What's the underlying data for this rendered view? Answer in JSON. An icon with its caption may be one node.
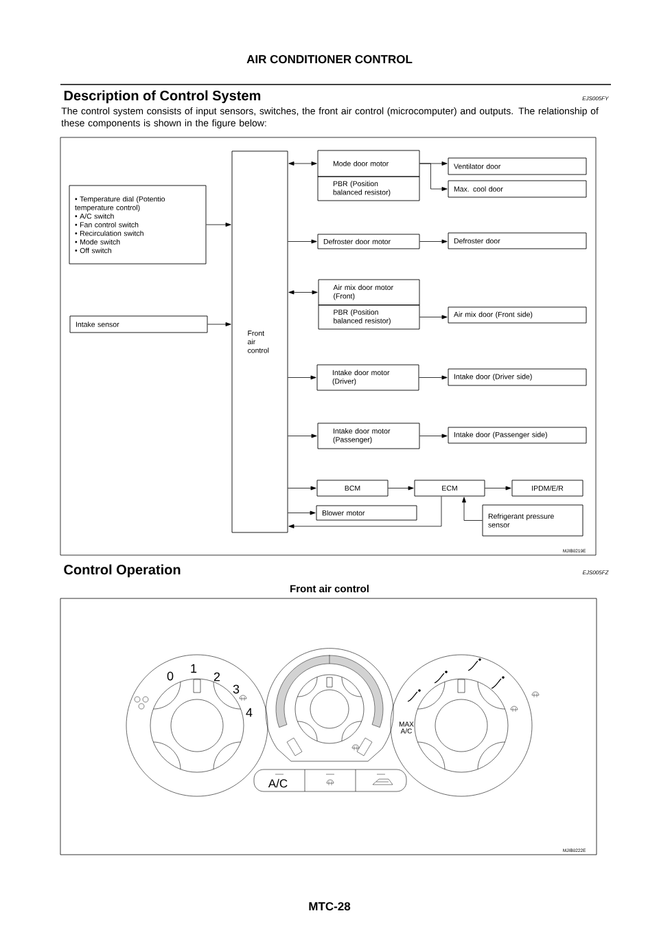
{
  "diagram": {
    "title": "AIR CONDITIONER CONTROL",
    "nodes": [
      {
        "text": [
          "Front air control"
        ]
      },
      {
        "text": [
          "• Temperature dial (Potentio temperature control)",
          "• A/C switch",
          "• Fan control switch",
          "• Recirculation switch",
          "• Mode switch",
          "• Off switch"
        ]
      },
      {
        "text": [
          "Intake sensor"
        ]
      },
      {
        "text": [
          "Mode door motor"
        ]
      },
      {
        "text": [
          "PBR (Position balanced resistor)"
        ]
      },
      {
        "text": [
          "Ventilator door"
        ]
      },
      {
        "text": [
          "Max. cool door"
        ]
      },
      {
        "text": [
          "Defroster door motor"
        ]
      },
      {
        "text": [
          "Defroster door"
        ]
      },
      {
        "text": [
          "Air mix door motor (Front)"
        ]
      },
      {
        "text": [
          "PBR (Position balanced resistor)"
        ]
      },
      {
        "text": [
          "Air mix door (Front side)"
        ]
      },
      {
        "text": [
          "Intake door motor (Driver)"
        ]
      },
      {
        "text": [
          "Intake door (Driver side)"
        ]
      },
      {
        "text": [
          "Intake door motor (Passenger)"
        ]
      },
      {
        "text": [
          "Intake door (Passenger side)"
        ]
      },
      {
        "text": [
          "BCM"
        ]
      },
      {
        "text": [
          "ECM"
        ]
      },
      {
        "text": [
          "IPDM/E/R"
        ]
      },
      {
        "text": [
          "Blower motor"
        ]
      },
      {
        "text": [
          "Refrigerant pressure sensor"
        ]
      }
    ],
    "edges": [
      {
        "from": 1,
        "to": 0,
        "arrow": "to"
      },
      {
        "from": 2,
        "to": 0,
        "arrow": "to"
      },
      {
        "from": 0,
        "to": 3,
        "arrow": "both"
      },
      {
        "from": 0,
        "to": 7,
        "arrow": "to"
      },
      {
        "from": 0,
        "to": 9,
        "arrow": "both"
      },
      {
        "from": 0,
        "to": 12,
        "arrow": "to"
      },
      {
        "from": 0,
        "to": 14,
        "arrow": "to"
      },
      {
        "from": 0,
        "to": 16,
        "arrow": "to"
      },
      {
        "from": 0,
        "to": 19,
        "arrow": "to"
      },
      {
        "from": 17,
        "to": 0,
        "arrow": "to"
      },
      {
        "from": 3,
        "to": 5,
        "arrow": "to"
      },
      {
        "from": 3,
        "to": 6,
        "arrow": "to"
      },
      {
        "from": 7,
        "to": 8,
        "arrow": "to"
      },
      {
        "from": 10,
        "to": 11,
        "arrow": "to"
      },
      {
        "from": 12,
        "to": 13,
        "arrow": "to"
      },
      {
        "from": 14,
        "to": 15,
        "arrow": "to"
      },
      {
        "from": 16,
        "to": 17,
        "arrow": "to"
      },
      {
        "from": 17,
        "to": 18,
        "arrow": "to"
      },
      {
        "from": 20,
        "to": 17,
        "arrow": "to"
      }
    ],
    "labels": [
      "Description of Control System",
      "EJS005FY",
      "The control system consists of input sensors, switches, the front air control (microcomputer) and outputs. The relationship of these components is shown in the figure below:",
      "MJIB0219E",
      "Control Operation",
      "EJS005FZ",
      "Front air control",
      "0",
      "1",
      "2",
      "3",
      "4",
      "MAX A/C",
      "A/C",
      "MJIB0222E",
      "MTC-28"
    ]
  }
}
